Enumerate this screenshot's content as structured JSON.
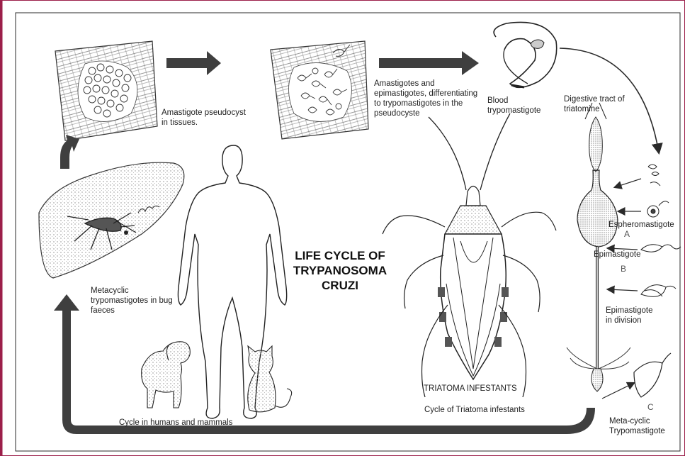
{
  "title": {
    "line1": "LIFE CYCLE OF",
    "line2": "TRYPANOSOMA",
    "line3": "CRUZI"
  },
  "labels": {
    "amastigote_pseudocyst_1": "Amastigote pseudocyst",
    "amastigote_pseudocyst_2": "in tissues.",
    "differentiating_1": "Amastigotes and",
    "differentiating_2": "epimastigotes, differentiating",
    "differentiating_3": "to trypomastigotes in the",
    "differentiating_4": "pseudocyste",
    "blood_1": "Blood",
    "blood_2": "trypomastigote",
    "digestive_1": "Digestive tract  of",
    "digestive_2": "triatomine",
    "espheromastigote": "Espheromastigote",
    "letter_a": "A",
    "epimastigote": "Epimastigote",
    "letter_b": "B",
    "epi_division_1": "Epimastigote",
    "epi_division_2": "in division",
    "letter_c": "C",
    "metacyclic_trypo_1": "Meta-cyclic",
    "metacyclic_trypo_2": "Trypomastigote",
    "metacyclic_bug_1": "Metacyclic",
    "metacyclic_bug_2": "trypomastigotes in bug",
    "metacyclic_bug_3": "faeces",
    "triatoma_infestants": "TRIATOMA INFESTANTS",
    "cycle_triatoma": "Cycle of Triatoma infestants",
    "cycle_humans": "Cycle in humans and mammals"
  },
  "colors": {
    "frame_border": "#9c1f4a",
    "arrow_fill": "#3f3f3f",
    "line": "#2a2a2a",
    "stipple": "#7a7a7a"
  }
}
